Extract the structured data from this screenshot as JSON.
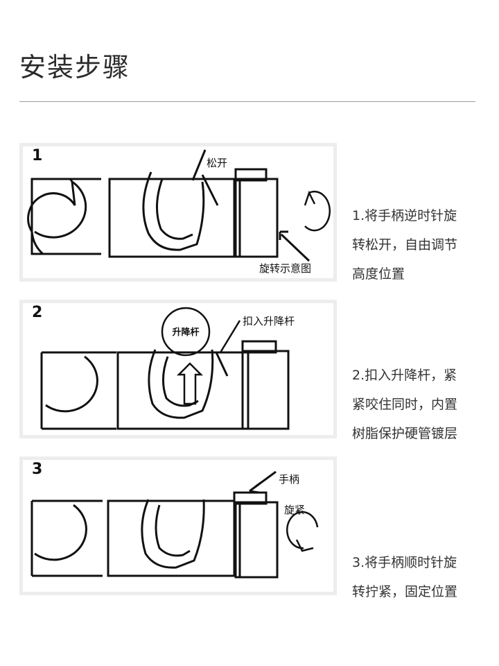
{
  "page": {
    "title": "安装步骤"
  },
  "steps": [
    {
      "number": "1",
      "labels": {
        "loosen": "松开",
        "rotation": "旋转示意图"
      },
      "desc": [
        "1.将手柄逆时针旋",
        "转松开，自由调节",
        "高度位置"
      ]
    },
    {
      "number": "2",
      "labels": {
        "bubble": "升降杆",
        "insert": "扣入升降杆"
      },
      "desc": [
        "2.扣入升降杆，紧",
        "紧咬住同时，内置",
        "树脂保护硬管镀层"
      ]
    },
    {
      "number": "3",
      "labels": {
        "handle": "手柄",
        "tighten": "旋紧"
      },
      "desc": [
        "3.将手柄顺时针旋",
        "转拧紧，固定位置"
      ]
    }
  ]
}
